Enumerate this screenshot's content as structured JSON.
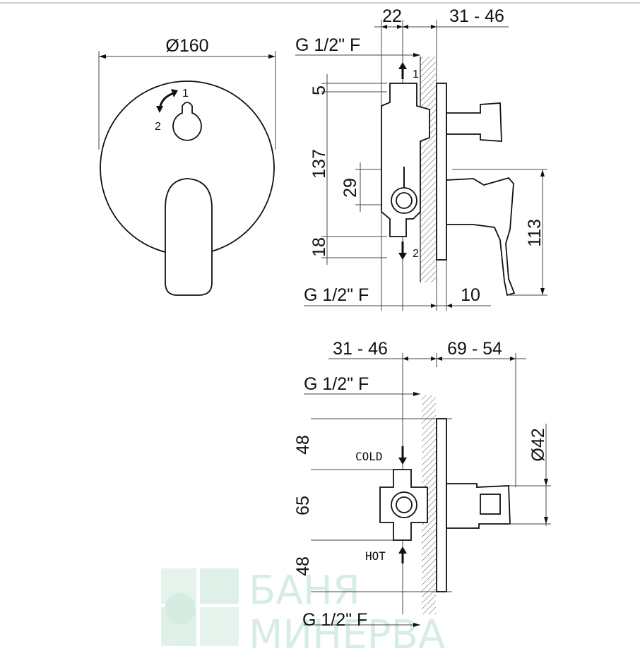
{
  "front_view": {
    "diameter_label": "Ø160",
    "arrow_label_1": "1",
    "arrow_label_2": "2"
  },
  "side_view": {
    "top_left_dim": "22",
    "top_right_dim": "31 - 46",
    "top_thread": "G 1/2\" F",
    "bottom_thread": "G 1/2\" F",
    "dim_5": "5",
    "dim_137": "137",
    "dim_29": "29",
    "dim_18": "18",
    "dim_113": "113",
    "dim_10": "10",
    "outlet_1": "1",
    "outlet_2": "2"
  },
  "bottom_view": {
    "top_left_dim": "31 - 46",
    "top_right_dim": "69 - 54",
    "top_thread": "G 1/2\" F",
    "bottom_thread": "G 1/2\" F",
    "dim_48_top": "48",
    "dim_65": "65",
    "dim_48_bottom": "48",
    "dim_42": "Ø42",
    "cold_label": "COLD",
    "hot_label": "HOT"
  },
  "watermark": {
    "line1": "БАНЯ",
    "line2": "МИНЕРВА"
  }
}
